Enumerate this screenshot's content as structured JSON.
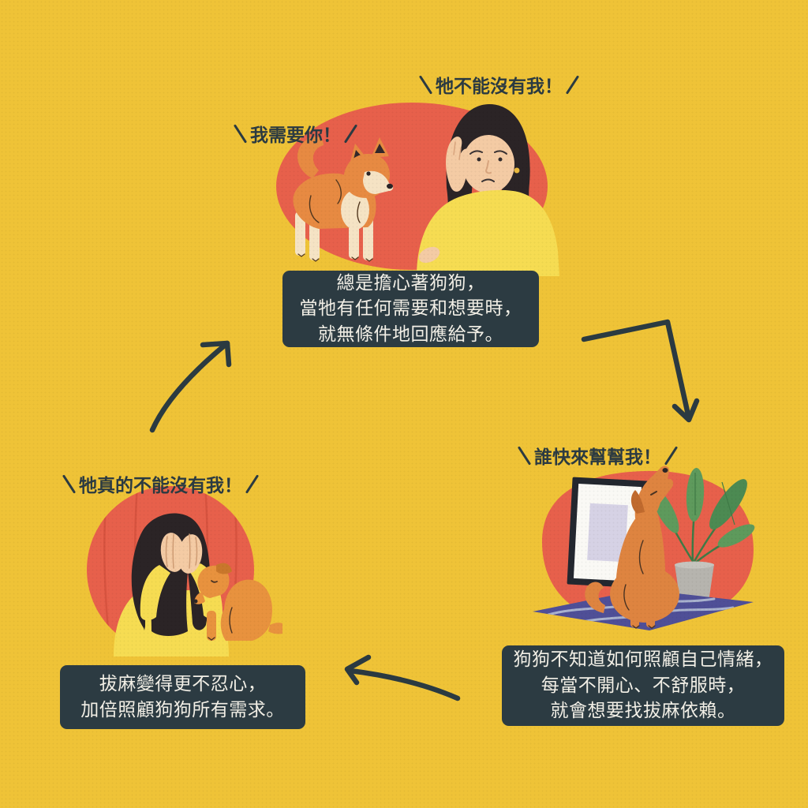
{
  "canvas": {
    "background": "#EFC337",
    "description_note": ""
  },
  "palette": {
    "background_yellow": "#EFC337",
    "blob_red": "#E7604B",
    "caption_background": "#2C3B42",
    "caption_text": "#F2EFE6",
    "ink": "#2B3A41",
    "dog_orange": "#E78A42",
    "dog_cream": "#F5E3C4",
    "sweater_yellow": "#F6DC52",
    "skin": "#F4CBA4",
    "hair_dark": "#2B2426",
    "plant_green": "#5E9A5C",
    "pot_gray": "#B6B4AE",
    "rug_indigo": "#4F4F97",
    "frame_mat": "#FAF9F5",
    "frame_inner": "#D6D2E5"
  },
  "cycle": {
    "steps": [
      {
        "id": "owner-always-responds",
        "illustration": "worried-owner-with-shiba-dog",
        "dog_callout": "我需要你！",
        "owner_callout": "牠不能沒有我！",
        "caption_lines": [
          "總是擔心著狗狗，",
          "當牠有任何需要和想要時，",
          "就無條件地回應給予。"
        ]
      },
      {
        "id": "dog-seeks-dependence",
        "illustration": "howling-dog-with-frame-and-plant",
        "dog_callout": "誰快來幫幫我！",
        "caption_lines": [
          "狗狗不知道如何照顧自己情緒，",
          "每當不開心、不舒服時，",
          "就會想要找拔麻依賴。"
        ]
      },
      {
        "id": "owner-doubles-care",
        "illustration": "crying-owner-with-puppy",
        "owner_callout": "牠真的不能沒有我！",
        "caption_lines": [
          "拔麻變得更不忍心，",
          "加倍照顧狗狗所有需求。"
        ]
      }
    ],
    "arrows": [
      {
        "name": "arrow-step1-to-step2",
        "direction": "down-right"
      },
      {
        "name": "arrow-step2-to-step3",
        "direction": "left"
      },
      {
        "name": "arrow-step3-to-step1",
        "direction": "up-right"
      }
    ]
  }
}
